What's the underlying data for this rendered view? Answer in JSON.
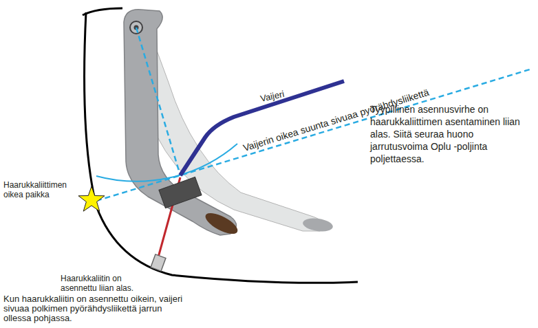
{
  "diagram": {
    "labels": [
      "Vaijeri",
      "Vaijerin oikea suunta sivuaa pyörähdysliikettä",
      "Tyypillinen asennusvirhe on haarukkaliittimen asentaminen liian alas. Siitä seuraa huono jarrutusvoima Oplu -poljinta poljettaessa.",
      "Haarukkaliittimen oikea paikka",
      "Haarukkaliitin on asennettu liian alas.",
      "Kun haarukkaliitin on asennettu oikein, vaijeri sivuaa polkimen pyörähdysliikettä jarrun ollessa pohjassa."
    ]
  }
}
